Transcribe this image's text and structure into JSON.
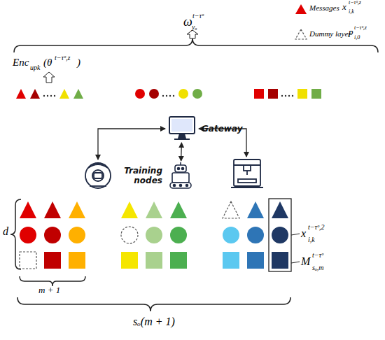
{
  "diagram": {
    "nodes": [
      {
        "text": [
          "Gateway"
        ]
      },
      {
        "text": [
          "Training nodes"
        ]
      }
    ],
    "edges": [
      {
        "from": 0,
        "to": 1,
        "arrow": "both"
      }
    ],
    "labels": [
      "x",
      "t−τᵒ,z",
      "i,k",
      "p",
      "t−τᵒ,z",
      "i,0",
      "ω",
      "t−τᵒ",
      "yₒ",
      "Enc",
      "upk",
      "(θ",
      "t−τᵒ,z",
      ")",
      "d",
      "m + 1",
      "x",
      "t−τᵒ,2",
      "i,k",
      "M",
      "t−τᵒ",
      "sₒ,m",
      "sₒ(m + 1)"
    ],
    "legend": [
      {
        "text": "Messages"
      },
      {
        "text": "Dummy layer"
      }
    ]
  }
}
